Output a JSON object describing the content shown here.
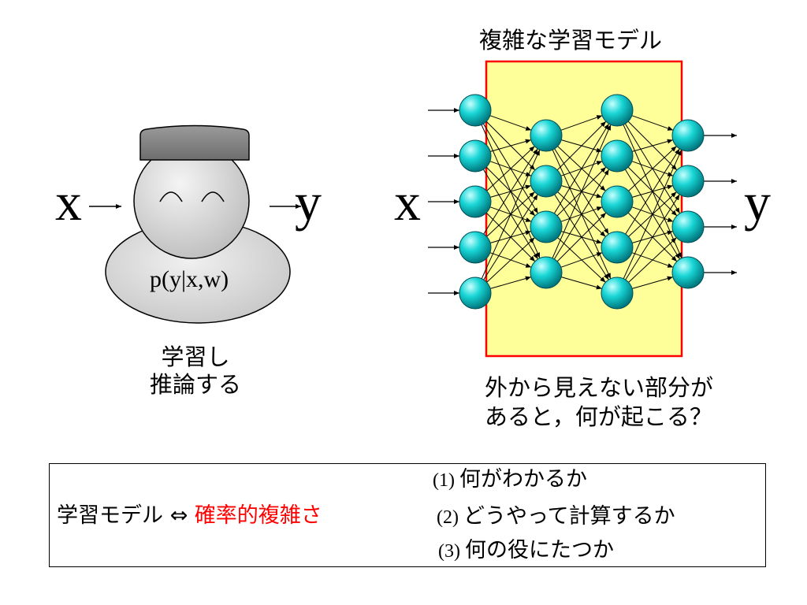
{
  "left_model": {
    "input_label": "x",
    "output_label": "y",
    "distribution_label": "p(y|x,w)",
    "caption_line1": "学習し",
    "caption_line2": "推論する"
  },
  "right_model": {
    "title": "複雑な学習モデル",
    "input_label": "x",
    "output_label": "y",
    "layer_sizes": [
      5,
      4,
      5,
      4
    ],
    "box_fill": "#ffff99",
    "box_border": "#ff0000",
    "node_color": "#00cccc",
    "caption_line1": "外から見えない部分が",
    "caption_line2": "あると，何が起こる？"
  },
  "bottom": {
    "left_text": "学習モデル ⇔ ",
    "highlight_text": "確率的複雑さ",
    "highlight_color": "#ff0000",
    "questions": [
      {
        "num": "(1)",
        "text": "何がわかるか"
      },
      {
        "num": "(2)",
        "text": "どうやって計算するか"
      },
      {
        "num": "(3)",
        "text": "何の役にたつか"
      }
    ]
  }
}
